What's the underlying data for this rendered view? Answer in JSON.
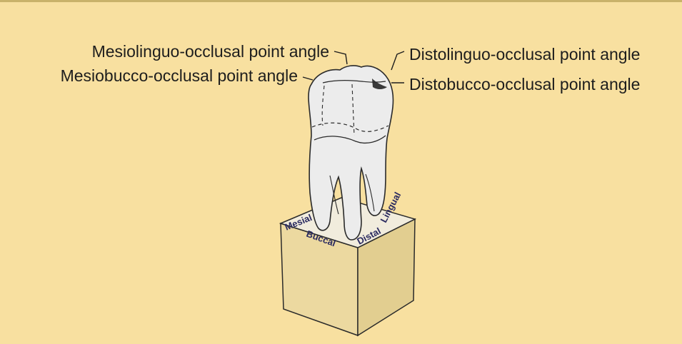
{
  "figure": {
    "background_color": "#f8e0a0",
    "border_color": "#c9b26a",
    "tooth_fill": "#ececec",
    "tooth_stroke": "#2a2a2a",
    "block_top_color": "#f1ecdd",
    "block_side_color": "#e2ce90",
    "block_front_color": "#ecd9a0",
    "callouts": {
      "mesiolinguo": "Mesiolinguo-occlusal point angle",
      "mesiobucco": "Mesiobucco-occlusal point angle",
      "distolinguo": "Distolinguo-occlusal point angle",
      "distobucco": "Distobucco-occlusal point angle"
    },
    "block_faces": {
      "mesial": "Mesial",
      "buccal": "Buccal",
      "distal": "Distal",
      "lingual": "Lingual"
    }
  }
}
